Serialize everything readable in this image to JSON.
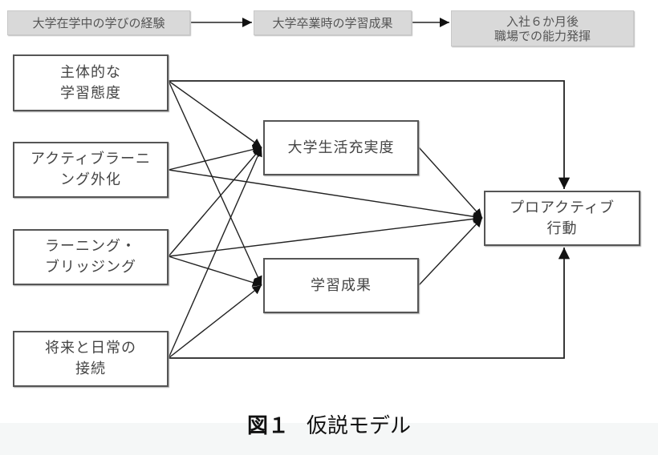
{
  "phases": [
    {
      "id": "phase-1",
      "label": "大学在学中の学びの経験"
    },
    {
      "id": "phase-2",
      "label": "大学卒業時の学習成果"
    },
    {
      "id": "phase-3",
      "label": "入社６か月後\n職場での能力発揮"
    }
  ],
  "nodes": {
    "proactive_attitude": "主体的な\n学習態度",
    "active_learning": "アクティブラーニ\nング外化",
    "learning_bridging": "ラーニング・\nブリッジング",
    "future_daily": "将来と日常の\n接続",
    "college_life": "大学生活充実度",
    "learning_outcome": "学習成果",
    "proactive_behavior": "プロアクティブ\n行動"
  },
  "edges": [
    {
      "from": "proactive_attitude",
      "to": "college_life"
    },
    {
      "from": "proactive_attitude",
      "to": "learning_outcome"
    },
    {
      "from": "proactive_attitude",
      "to": "proactive_behavior"
    },
    {
      "from": "active_learning",
      "to": "college_life"
    },
    {
      "from": "active_learning",
      "to": "proactive_behavior"
    },
    {
      "from": "learning_bridging",
      "to": "college_life"
    },
    {
      "from": "learning_bridging",
      "to": "learning_outcome"
    },
    {
      "from": "learning_bridging",
      "to": "proactive_behavior"
    },
    {
      "from": "future_daily",
      "to": "college_life"
    },
    {
      "from": "future_daily",
      "to": "learning_outcome"
    },
    {
      "from": "future_daily",
      "to": "proactive_behavior"
    },
    {
      "from": "college_life",
      "to": "proactive_behavior"
    },
    {
      "from": "learning_outcome",
      "to": "proactive_behavior"
    }
  ],
  "caption": {
    "label": "図１",
    "title": "仮説モデル"
  }
}
